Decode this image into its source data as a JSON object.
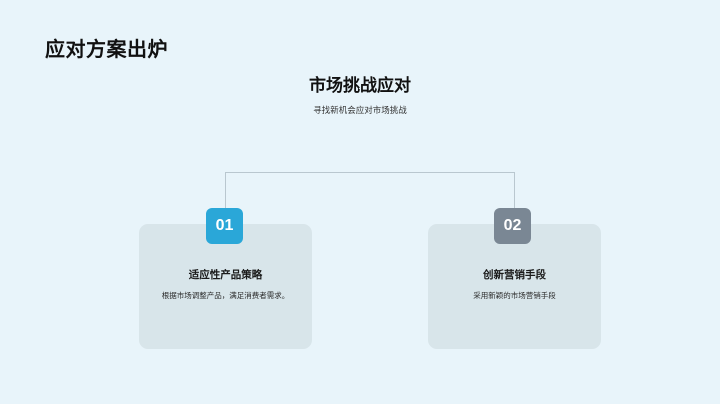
{
  "slide": {
    "title": "应对方案出炉",
    "heading": "市场挑战应对",
    "subheading": "寻找新机会应对市场挑战"
  },
  "cards": [
    {
      "number": "01",
      "title": "适应性产品策略",
      "description": "根据市场调整产品，满足消费者需求。",
      "badge_color": "#2aa7d8"
    },
    {
      "number": "02",
      "title": "创新营销手段",
      "description": "采用新颖的市场营销手段",
      "badge_color": "#7a8794"
    }
  ],
  "colors": {
    "background": "#e8f4fa",
    "card": "#d8e5ea",
    "connector": "#b9c7cf"
  }
}
